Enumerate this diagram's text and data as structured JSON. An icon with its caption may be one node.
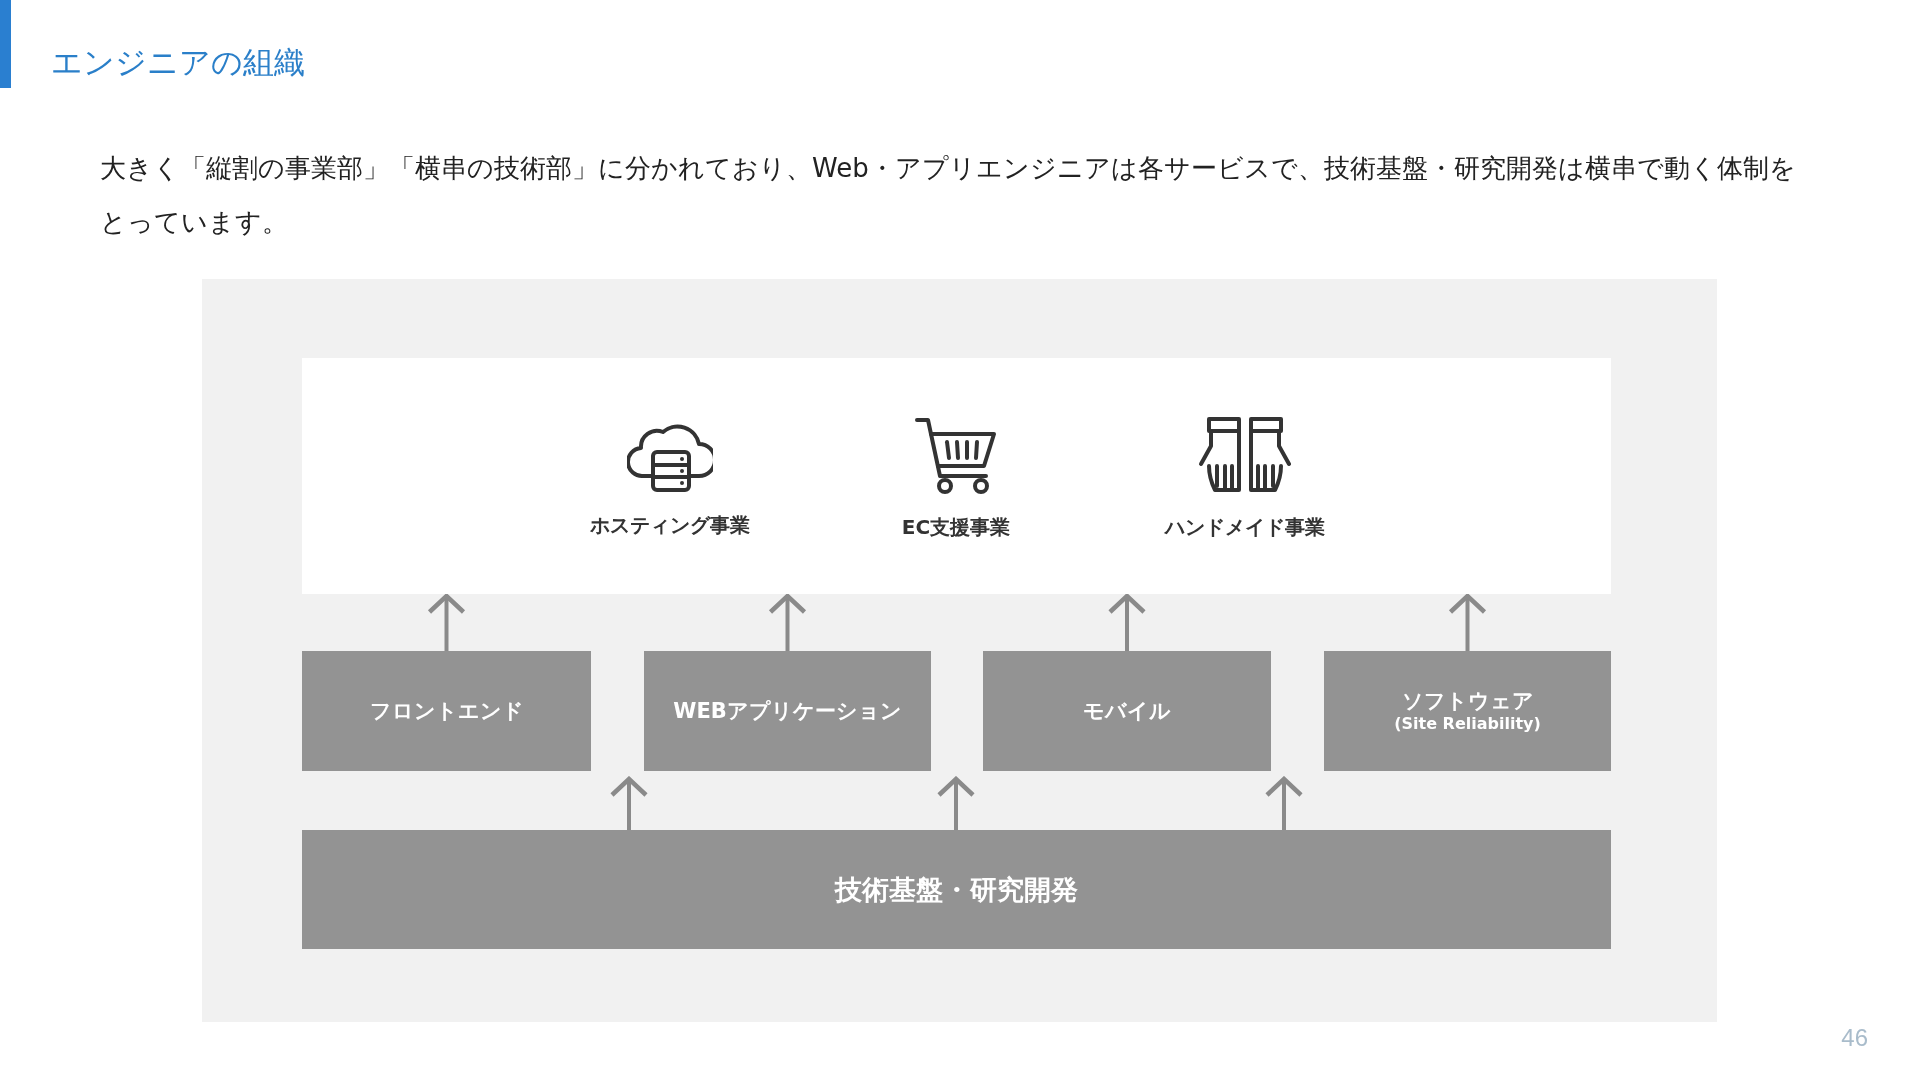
{
  "diagram": {
    "title": "エンジニアの組織",
    "caption": "大きく「縦割の事業部」「横串の技術部」に分かれており、Web・アプリエンジニアは各サービスで、技術基盤・研究開発は横串で動く体制をとっています。",
    "nodes": [
      {
        "text": [],
        "shape": "box"
      },
      {
        "text": [
          "ホスティング事業"
        ],
        "in": 0
      },
      {
        "text": [
          "EC支援事業"
        ],
        "in": 0
      },
      {
        "text": [
          "ハンドメイド事業"
        ],
        "in": 0
      },
      {
        "text": [
          "フロントエンド"
        ]
      },
      {
        "text": [
          "WEBアプリケーション"
        ]
      },
      {
        "text": [
          "モバイル"
        ]
      },
      {
        "text": [
          "ソフトウェア",
          "(Site Reliability)"
        ]
      },
      {
        "text": [
          "技術基盤・研究開発"
        ]
      }
    ],
    "edges": [
      {
        "from": 4,
        "to": 0,
        "arrow": "to"
      },
      {
        "from": 5,
        "to": 0,
        "arrow": "to"
      },
      {
        "from": 6,
        "to": 0,
        "arrow": "to"
      },
      {
        "from": 7,
        "to": 0,
        "arrow": "to"
      },
      {
        "from": 8,
        "to": 5,
        "arrow": "to"
      },
      {
        "from": 8,
        "to": 5,
        "arrow": "to"
      },
      {
        "from": 8,
        "to": 6,
        "arrow": "to"
      }
    ],
    "labels": [
      "46"
    ]
  }
}
